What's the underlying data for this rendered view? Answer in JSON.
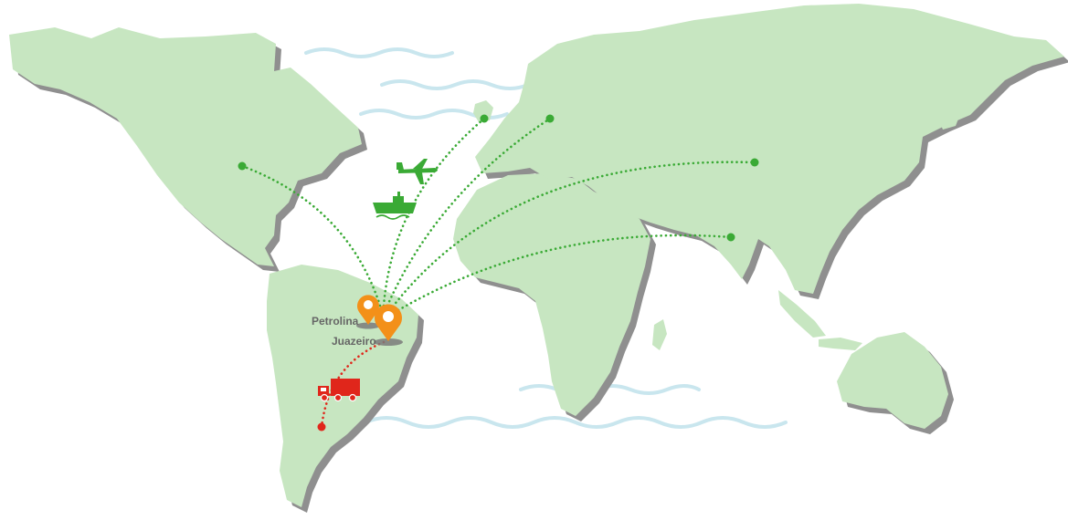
{
  "map": {
    "labels": {
      "petrolina": "Petrolina",
      "juazeiro": "Juazeiro"
    },
    "icons": {
      "airplane": "airplane-icon",
      "ship": "ship-icon",
      "truck": "truck-icon",
      "pin": "location-pin-icon"
    },
    "colors": {
      "land": "#c7e6c1",
      "land_shadow": "#8f8f8f",
      "water_waves": "#c9e6ee",
      "export_routes": "#3aaa35",
      "domestic_route": "#e0261b",
      "pins": "#f39019",
      "label_text": "#666666"
    },
    "export_destinations": [
      "north-america",
      "greenland",
      "northern-europe",
      "east-asia",
      "south-asia"
    ],
    "domestic_destinations": [
      "southern-south-america"
    ]
  }
}
